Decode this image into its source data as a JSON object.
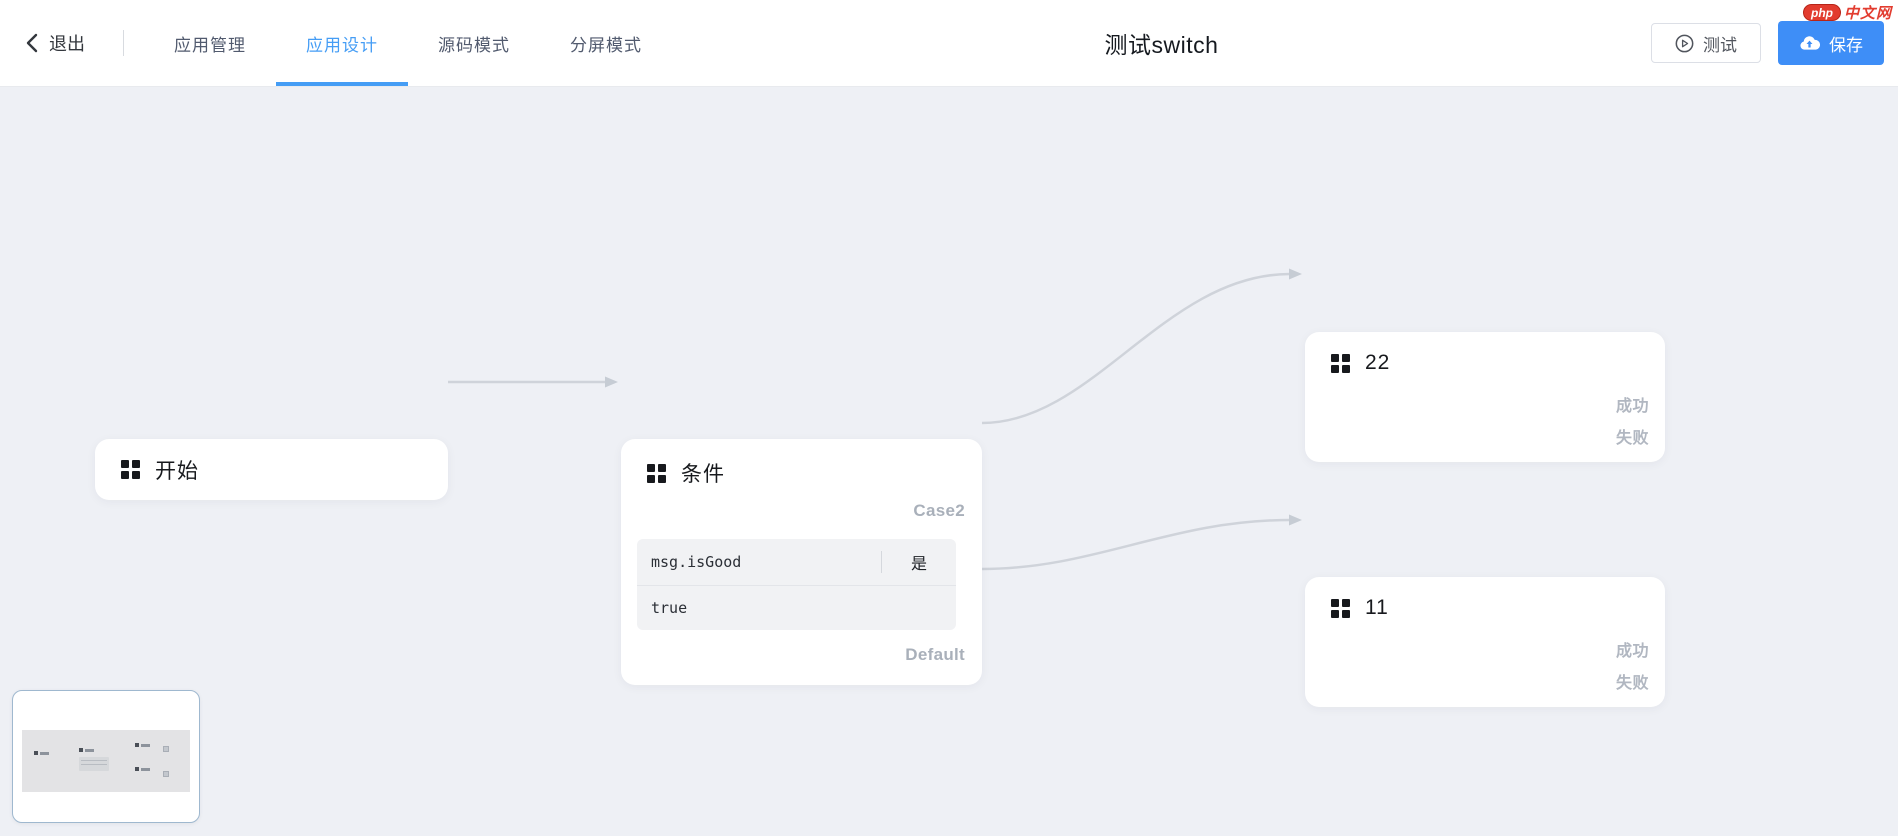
{
  "header": {
    "back": {
      "label": "退出"
    },
    "tabs": [
      {
        "label": "应用管理",
        "active": false
      },
      {
        "label": "应用设计",
        "active": true
      },
      {
        "label": "源码模式",
        "active": false
      },
      {
        "label": "分屏模式",
        "active": false
      }
    ],
    "title": "测试switch",
    "actions": {
      "test_label": "测试",
      "save_label": "保存"
    },
    "watermark": {
      "badge": "php",
      "text": "中文网"
    }
  },
  "canvas": {
    "nodes": {
      "start": {
        "title": "开始"
      },
      "condition": {
        "title": "条件",
        "case_label": "Case2",
        "default_label": "Default",
        "rule": {
          "field": "msg.isGood",
          "operator": "是",
          "value": "true"
        }
      },
      "node22": {
        "title": "22",
        "ports": {
          "success": "成功",
          "fail": "失败"
        }
      },
      "node11": {
        "title": "11",
        "ports": {
          "success": "成功",
          "fail": "失败"
        }
      }
    },
    "edges": [
      {
        "from": "开始",
        "to": "条件"
      },
      {
        "from": "条件:Case2",
        "to": "22"
      },
      {
        "from": "条件:Default",
        "to": "11"
      }
    ]
  },
  "colors": {
    "accent_blue": "#459df5",
    "save_button_blue": "#3e8ef7",
    "canvas_bg": "#eef0f5",
    "edge_gray": "#cfd3da",
    "muted_label_gray": "#b1b7c1",
    "logo_red": "#e23c2f"
  }
}
